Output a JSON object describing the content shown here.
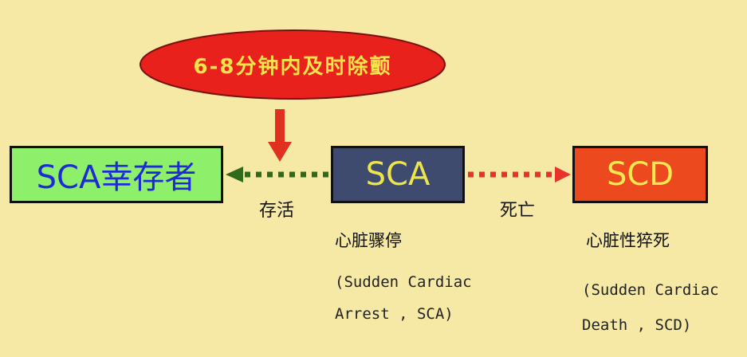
{
  "callout": {
    "text": "6-8分钟内及时除颤"
  },
  "nodes": {
    "survivor": "SCA幸存者",
    "sca": "SCA",
    "scd": "SCD"
  },
  "edges": {
    "survive_label": "存活",
    "death_label": "死亡"
  },
  "descriptions": {
    "sca_cn": "心脏骤停",
    "sca_en_line1": "(Sudden Cardiac",
    "sca_en_line2": "Arrest , SCA)",
    "scd_cn": "心脏性猝死",
    "scd_en_line1": "(Sudden Cardiac",
    "scd_en_line2": "Death , SCD)"
  },
  "colors": {
    "background": "#f6e9a6",
    "callout_fill": "#e8211c",
    "survivor_fill": "#8ef06a",
    "sca_fill": "#3e4a6e",
    "scd_fill": "#ec4a1e",
    "survive_arrow": "#2f6b1a",
    "death_arrow": "#e8332a",
    "down_arrow": "#e0301e"
  }
}
